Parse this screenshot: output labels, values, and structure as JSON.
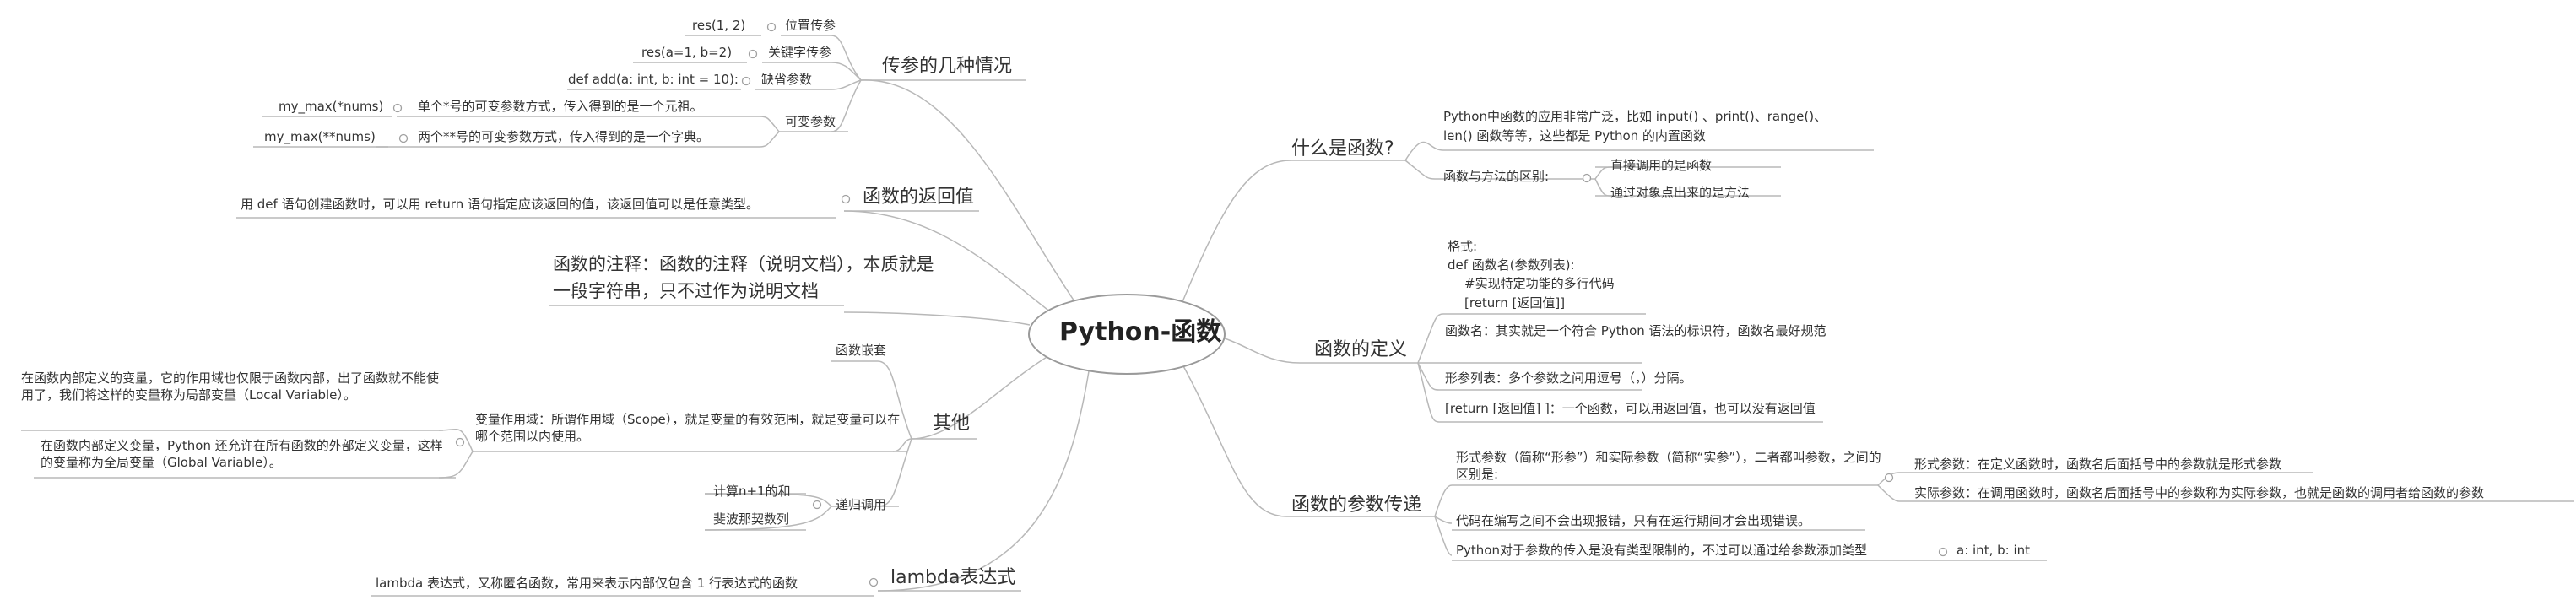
{
  "root": "Python-函数",
  "left": {
    "params": {
      "title": "传参的几种情况",
      "positional": {
        "label": "位置传参",
        "example": "res(1, 2)"
      },
      "keyword": {
        "label": "关键字传参",
        "example": "res(a=1, b=2)"
      },
      "default": {
        "label": "缺省参数",
        "example": "def add(a: int, b: int = 10):"
      },
      "variable": {
        "label": "可变参数",
        "star": {
          "desc": "单个*号的可变参数方式，传入得到的是一个元祖。",
          "example": "my_max(*nums)"
        },
        "double_star": {
          "desc": "两个**号的可变参数方式，传入得到的是一个字典。",
          "example": "my_max(**nums)"
        }
      }
    },
    "return_value": {
      "title": "函数的返回值",
      "desc": "用 def 语句创建函数时，可以用 return 语句指定应该返回的值，该返回值可以是任意类型。"
    },
    "docstring": {
      "line1": "函数的注释：函数的注释（说明文档），本质就是",
      "line2": "一段字符串，只不过作为说明文档"
    },
    "other": {
      "title": "其他",
      "nested": "函数嵌套",
      "scope": {
        "desc": "变量作用域：所谓作用域（Scope），就是变量的有效范围，就是变量可以在哪个范围以内使用。",
        "local": "在函数内部定义的变量，它的作用域也仅限于函数内部，出了函数就不能使用了，我们将这样的变量称为局部变量（Local Variable）。",
        "global": "在函数内部定义变量，Python 还允许在所有函数的外部定义变量，这样的变量称为全局变量（Global Variable）。"
      },
      "recursion": {
        "title": "递归调用",
        "examples": [
          "计算n+1的和",
          "斐波那契数列"
        ]
      }
    },
    "lambda": {
      "title": "lambda表达式",
      "desc": "lambda 表达式，又称匿名函数，常用来表示内部仅包含 1 行表达式的函数"
    }
  },
  "right": {
    "what": {
      "title": "什么是函数?",
      "desc_line1": "Python中函数的应用非常广泛，比如 input() 、print()、range()、",
      "desc_line2": "len() 函数等等，这些都是 Python 的内置函数",
      "diff": {
        "label": "函数与方法的区别:",
        "items": [
          "直接调用的是函数",
          "通过对象点出来的是方法"
        ]
      }
    },
    "definition": {
      "title": "函数的定义",
      "format": [
        "格式:",
        "def 函数名(参数列表):",
        "#实现特定功能的多行代码",
        "[return [返回值]]"
      ],
      "name_desc": "函数名：其实就是一个符合 Python 语法的标识符，函数名最好规范",
      "param_list": "形参列表：多个参数之间用逗号（，）分隔。",
      "return_desc": "[return [返回值] ]：一个函数，可以用返回值，也可以没有返回值"
    },
    "passing": {
      "title": "函数的参数传递",
      "formal_actual": "形式参数（简称“形参”）和实际参数（简称“实参”），二者都叫参数，之间的区别是:",
      "formal": "形式参数：在定义函数时，函数名后面括号中的参数就是形式参数",
      "actual": "实际参数：在调用函数时，函数名后面括号中的参数称为实际参数，也就是函数的调用者给函数的参数",
      "runtime": "代码在编写之间不会出现报错，只有在运行期间才会出现错误。",
      "annotation": "Python对于参数的传入是没有类型限制的，不过可以通过给参数添加类型",
      "annotation_example": "a: int, b: int"
    }
  }
}
